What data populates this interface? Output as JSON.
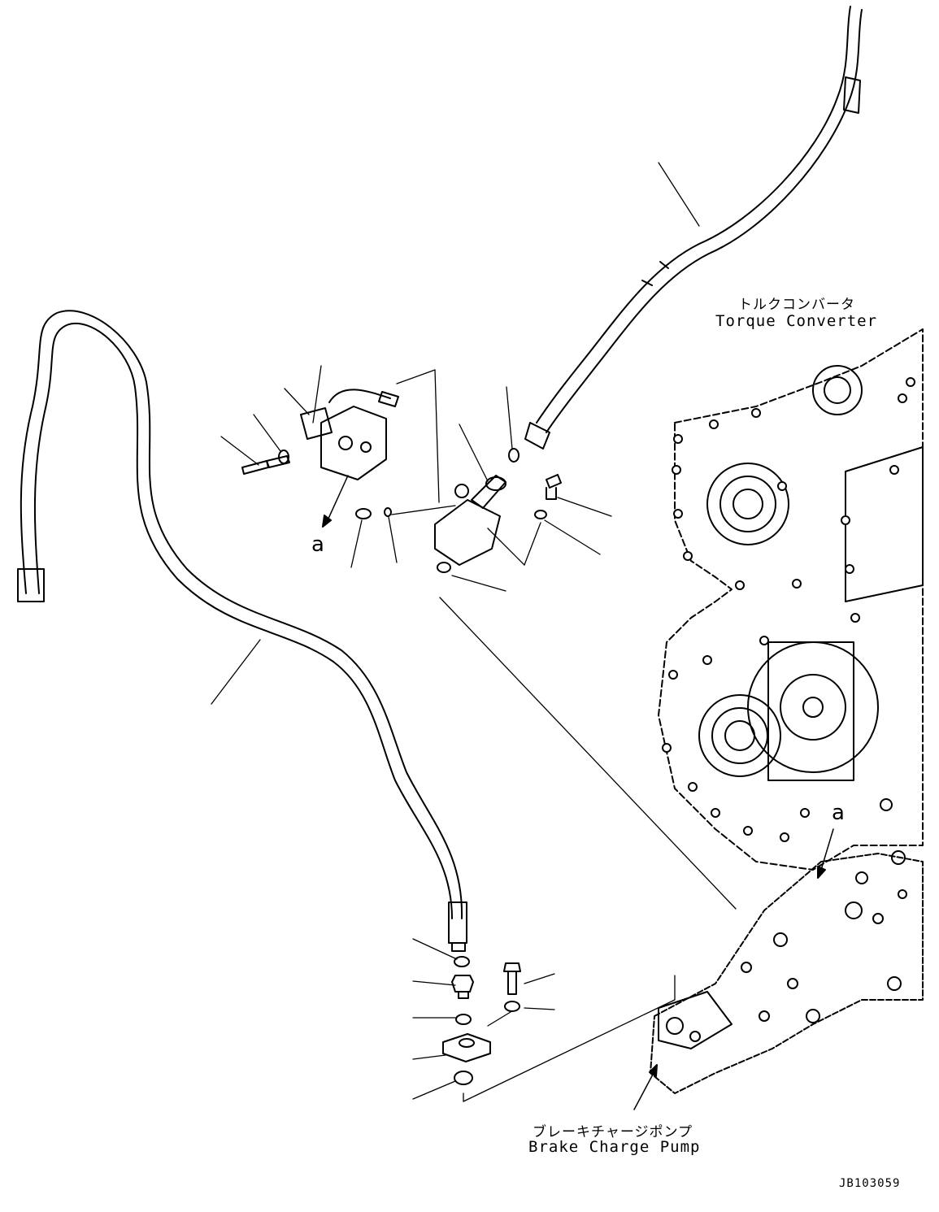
{
  "labels": {
    "torque_converter_jp": "トルクコンバータ",
    "torque_converter_en": "Torque Converter",
    "brake_pump_jp": "ブレーキチャージポンプ",
    "brake_pump_en": "Brake Charge Pump",
    "ref_a_left": "a",
    "ref_a_right": "a",
    "drawing_code": "JB103059"
  }
}
